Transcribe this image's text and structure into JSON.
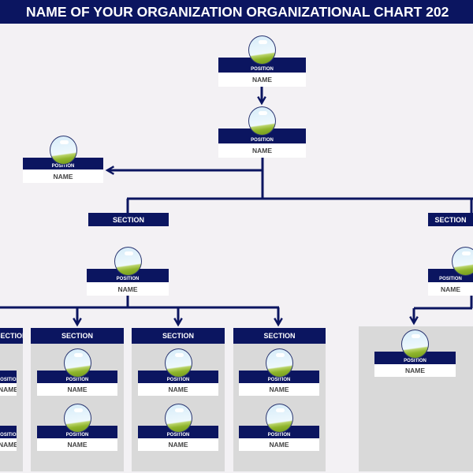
{
  "title": "NAME OF YOUR ORGANIZATION ORGANIZATIONAL CHART 202",
  "colors": {
    "navy": "#0b1560",
    "panel": "#d9d9d9",
    "background": "#f3f1f4"
  },
  "icons": {
    "photo": "landscape-photo-placeholder-icon",
    "arrow": "arrow-icon"
  },
  "sections": [
    "SECTION",
    "SECTION",
    "SECTION",
    "SECTION",
    "SECTION",
    "SECTION"
  ],
  "cards": [
    {
      "position": "POSITION",
      "name": "NAME"
    },
    {
      "position": "POSITION",
      "name": "NAME"
    },
    {
      "position": "POSITION",
      "name": "NAME"
    },
    {
      "position": "POSITION",
      "name": "NAME"
    },
    {
      "position": "POSITION",
      "name": "NAME"
    },
    {
      "position": "POSITION",
      "name": "NAME"
    },
    {
      "position": "POSITION",
      "name": "NAME"
    },
    {
      "position": "POSITION",
      "name": "NAME"
    },
    {
      "position": "POSITION",
      "name": "NAME"
    },
    {
      "position": "POSITION",
      "name": "NAME"
    },
    {
      "position": "POSITION",
      "name": "NAME"
    },
    {
      "position": "POSITION",
      "name": "NAME"
    },
    {
      "position": "POSITION",
      "name": "NAME"
    },
    {
      "position": "POSITION",
      "name": "NAME"
    }
  ]
}
